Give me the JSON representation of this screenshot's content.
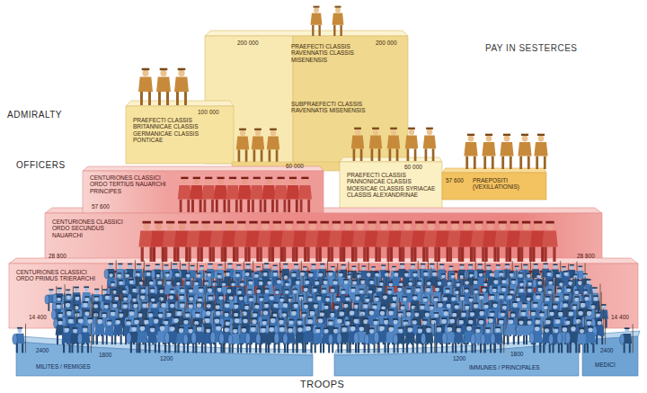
{
  "diagram": {
    "nodes": [
      {
        "text": [
          "200 000",
          "PRAEFECTI CLASSIS RAVENNATIS CLASSIS MISENENSIS",
          "200 000",
          "SUBPRAEFECTI CLASSIS RAVENNATIS MISENENSIS"
        ]
      },
      {
        "text": [
          "100 000",
          "PRAEFECTI CLASSIS BRITANNICAE CLASSIS GERMANICAE CLASSIS PONTICAE"
        ]
      },
      {
        "text": [
          "60 000",
          "PRAEFECTI CLASSIS PANNONICAE CLASSIS MOESICAE CLASSIS SYRIACAE CLASSIS ALEXANDRINAE"
        ]
      },
      {
        "text": [
          "57 600",
          "PRAEPOSITI (VEXILLATIONIS)"
        ]
      },
      {
        "text": [
          "CENTURIONES CLASSICI ORDO TERTIUS NAUARCHI PRINCIPES",
          "57 600"
        ]
      },
      {
        "text": [
          "CENTURIONES CLASSICI ORDO SECUNDUS NAUARCHI",
          "28 800",
          "28 800"
        ]
      },
      {
        "text": [
          "CENTURIONES CLASSICI ORDO PRIMUS TRIERARCHI",
          "14 400",
          "14 400"
        ]
      },
      {
        "text": [
          "2400",
          "1800",
          "1200",
          "MILITES / REMIGES"
        ]
      },
      {
        "text": [
          "1200",
          "1800",
          "IMMUNES / PRINCIPALES"
        ]
      },
      {
        "text": [
          "2400",
          "MEDICI"
        ]
      }
    ],
    "labels": [
      "PAY IN SESTERCES",
      "ADMIRALTY",
      "60 000",
      "OFFICERS",
      "TROOPS"
    ]
  }
}
